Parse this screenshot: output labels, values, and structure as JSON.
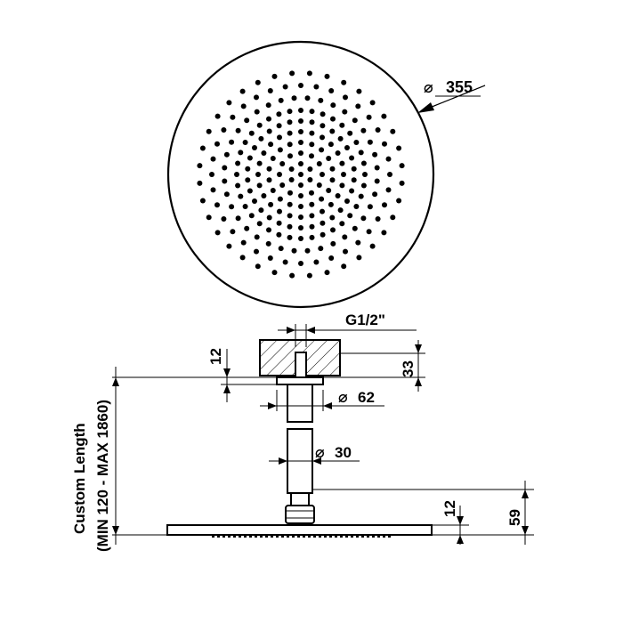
{
  "drawing": {
    "dimensions": {
      "head_diameter": "355",
      "thread": "G1/2\"",
      "flange_height": "33",
      "flange_offset": "12",
      "flange_diameter": "62",
      "arm_diameter": "30",
      "head_offset": "12",
      "head_height": "59"
    },
    "custom_length": {
      "line1": "Custom Length",
      "line2": "(MIN 120 - MAX 1860)"
    },
    "symbols": {
      "diameter": "⌀"
    }
  }
}
